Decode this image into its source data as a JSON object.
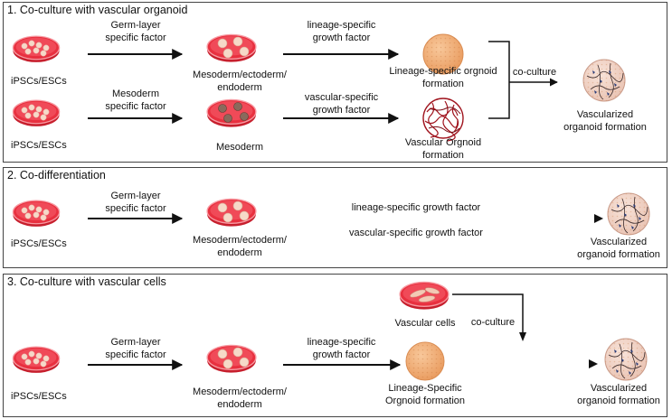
{
  "panels": [
    {
      "title": "1.  Co-culture with vascular organoid"
    },
    {
      "title": "2. Co-differentiation"
    },
    {
      "title": "3. Co-culture with vascular cells"
    }
  ],
  "p1": {
    "src_a": "iPSCs/ESCs",
    "src_b": "iPSCs/ESCs",
    "arrow_a1_l1": "Germ-layer",
    "arrow_a1_l2": "specific factor",
    "arrow_b1_l1": "Mesoderm",
    "arrow_b1_l2": "specific factor",
    "mid_a_l1": "Mesoderm/ectoderm/",
    "mid_a_l2": "endoderm",
    "mid_b": "Mesoderm",
    "arrow_a2_l1": "lineage-specific",
    "arrow_a2_l2": "growth factor",
    "arrow_b2_l1": "vascular-specific",
    "arrow_b2_l2": "growth factor",
    "org_a_l1": "Lineage-specific orgnoid",
    "org_a_l2": "formation",
    "org_b_l1": "Vascular Orgnoid",
    "org_b_l2": "formation",
    "coculture": "co-culture",
    "out_l1": "Vascularized",
    "out_l2": "organoid formation"
  },
  "p2": {
    "src": "iPSCs/ESCs",
    "arrow1_l1": "Germ-layer",
    "arrow1_l2": "specific factor",
    "mid_l1": "Mesoderm/ectoderm/",
    "mid_l2": "endoderm",
    "gf_top": "lineage-specific growth factor",
    "gf_bottom": "vascular-specific growth factor",
    "out_l1": "Vascularized",
    "out_l2": "organoid formation"
  },
  "p3": {
    "src": "iPSCs/ESCs",
    "arrow1_l1": "Germ-layer",
    "arrow1_l2": "specific factor",
    "mid_l1": "Mesoderm/ectoderm/",
    "mid_l2": "endoderm",
    "arrow2_l1": "lineage-specific",
    "arrow2_l2": "growth factor",
    "vasc": "Vascular cells",
    "coculture": "co-culture",
    "org_l1": "Lineage-Specific",
    "org_l2": "Orgnoid formation",
    "out_l1": "Vascularized",
    "out_l2": "organoid formation"
  },
  "colors": {
    "dish_red": "#e8303f",
    "dish_rim": "#f07c86",
    "cell": "#f6d9c8",
    "organoid_orange": "#f2b07a",
    "vascular_red": "#a0141e",
    "vascularized_fill": "#f4d9cc",
    "vessel_blue": "#2b3d78"
  }
}
